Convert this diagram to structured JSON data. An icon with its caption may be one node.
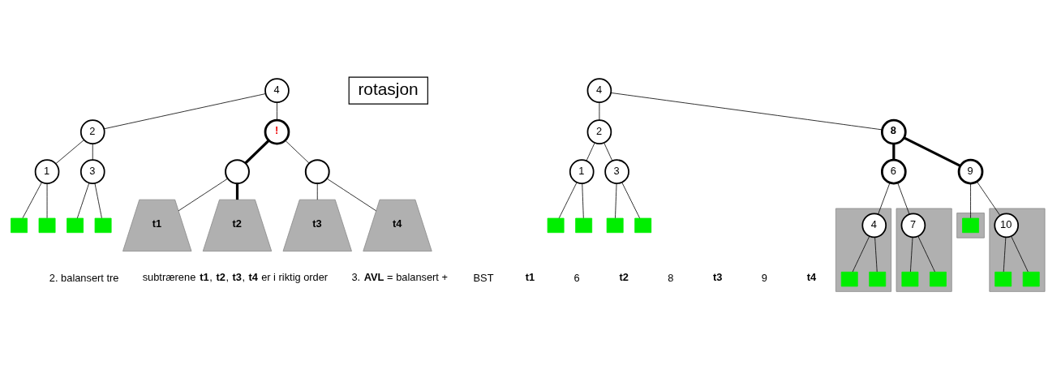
{
  "diagram": {
    "nodes": [
      {
        "text": [
          "rotasjon"
        ]
      },
      {
        "text": [
          "4"
        ]
      },
      {
        "text": [
          "2"
        ]
      },
      {
        "text": [
          "!"
        ]
      },
      {
        "text": [
          "1"
        ]
      },
      {
        "text": [
          "3"
        ]
      },
      {
        "text": [],
        "shape": "circle"
      },
      {
        "text": [],
        "shape": "circle"
      },
      {
        "text": [],
        "shape": "box"
      },
      {
        "text": [],
        "shape": "box"
      },
      {
        "text": [],
        "shape": "box"
      },
      {
        "text": [],
        "shape": "box"
      },
      {
        "text": [
          "t1"
        ]
      },
      {
        "text": [
          "t2"
        ]
      },
      {
        "text": [
          "t3"
        ]
      },
      {
        "text": [
          "t4"
        ]
      },
      {
        "text": [
          "4"
        ]
      },
      {
        "text": [
          "2"
        ]
      },
      {
        "text": [
          "8"
        ]
      },
      {
        "text": [
          "1"
        ]
      },
      {
        "text": [
          "3"
        ]
      },
      {
        "text": [
          "6"
        ]
      },
      {
        "text": [
          "9"
        ]
      },
      {
        "text": [],
        "shape": "box"
      },
      {
        "text": [],
        "shape": "box"
      },
      {
        "text": [],
        "shape": "box"
      },
      {
        "text": [],
        "shape": "box"
      },
      {
        "text": [],
        "shape": "trapezoid"
      },
      {
        "text": [
          "4"
        ],
        "in": 27
      },
      {
        "text": [],
        "shape": "box",
        "in": 27
      },
      {
        "text": [],
        "shape": "box",
        "in": 27
      },
      {
        "text": [],
        "shape": "trapezoid"
      },
      {
        "text": [
          "7"
        ],
        "in": 31
      },
      {
        "text": [],
        "shape": "box",
        "in": 31
      },
      {
        "text": [],
        "shape": "box",
        "in": 31
      },
      {
        "text": [],
        "shape": "trapezoid"
      },
      {
        "text": [],
        "shape": "box",
        "in": 35
      },
      {
        "text": [],
        "shape": "trapezoid"
      },
      {
        "text": [
          "10"
        ],
        "in": 37
      },
      {
        "text": [],
        "shape": "box",
        "in": 37
      },
      {
        "text": [],
        "shape": "box",
        "in": 37
      }
    ],
    "edges": [
      {
        "from": 1,
        "to": 2,
        "arrow": "none"
      },
      {
        "from": 1,
        "to": 3,
        "arrow": "none"
      },
      {
        "from": 2,
        "to": 4,
        "arrow": "none"
      },
      {
        "from": 2,
        "to": 5,
        "arrow": "none"
      },
      {
        "from": 3,
        "to": 6,
        "arrow": "none",
        "style": "thick"
      },
      {
        "from": 3,
        "to": 7,
        "arrow": "none"
      },
      {
        "from": 4,
        "to": 8,
        "arrow": "none"
      },
      {
        "from": 4,
        "to": 9,
        "arrow": "none"
      },
      {
        "from": 5,
        "to": 10,
        "arrow": "none"
      },
      {
        "from": 5,
        "to": 11,
        "arrow": "none"
      },
      {
        "from": 6,
        "to": 12,
        "arrow": "none"
      },
      {
        "from": 6,
        "to": 13,
        "arrow": "none",
        "style": "thick"
      },
      {
        "from": 7,
        "to": 14,
        "arrow": "none"
      },
      {
        "from": 7,
        "to": 15,
        "arrow": "none"
      },
      {
        "from": 16,
        "to": 17,
        "arrow": "none"
      },
      {
        "from": 16,
        "to": 18,
        "arrow": "none"
      },
      {
        "from": 17,
        "to": 19,
        "arrow": "none"
      },
      {
        "from": 17,
        "to": 20,
        "arrow": "none"
      },
      {
        "from": 18,
        "to": 21,
        "arrow": "none",
        "style": "thick"
      },
      {
        "from": 18,
        "to": 22,
        "arrow": "none",
        "style": "thick"
      },
      {
        "from": 19,
        "to": 23,
        "arrow": "none"
      },
      {
        "from": 19,
        "to": 24,
        "arrow": "none"
      },
      {
        "from": 20,
        "to": 25,
        "arrow": "none"
      },
      {
        "from": 20,
        "to": 26,
        "arrow": "none"
      },
      {
        "from": 21,
        "to": 28,
        "arrow": "none"
      },
      {
        "from": 21,
        "to": 32,
        "arrow": "none"
      },
      {
        "from": 22,
        "to": 36,
        "arrow": "none"
      },
      {
        "from": 22,
        "to": 38,
        "arrow": "none"
      },
      {
        "from": 28,
        "to": 29,
        "arrow": "none"
      },
      {
        "from": 28,
        "to": 30,
        "arrow": "none"
      },
      {
        "from": 32,
        "to": 33,
        "arrow": "none"
      },
      {
        "from": 32,
        "to": 34,
        "arrow": "none"
      },
      {
        "from": 38,
        "to": 39,
        "arrow": "none"
      },
      {
        "from": 38,
        "to": 40,
        "arrow": "none"
      }
    ],
    "labels": [
      "2. balansert tre",
      "subtrærene **t1**, **t2**, **t3**, **t4** er i riktig order",
      "3. **AVL** = balansert +",
      "BST",
      "**t1**",
      "6",
      "**t2**",
      "8",
      "**t3**",
      "9",
      "**t4**"
    ]
  }
}
